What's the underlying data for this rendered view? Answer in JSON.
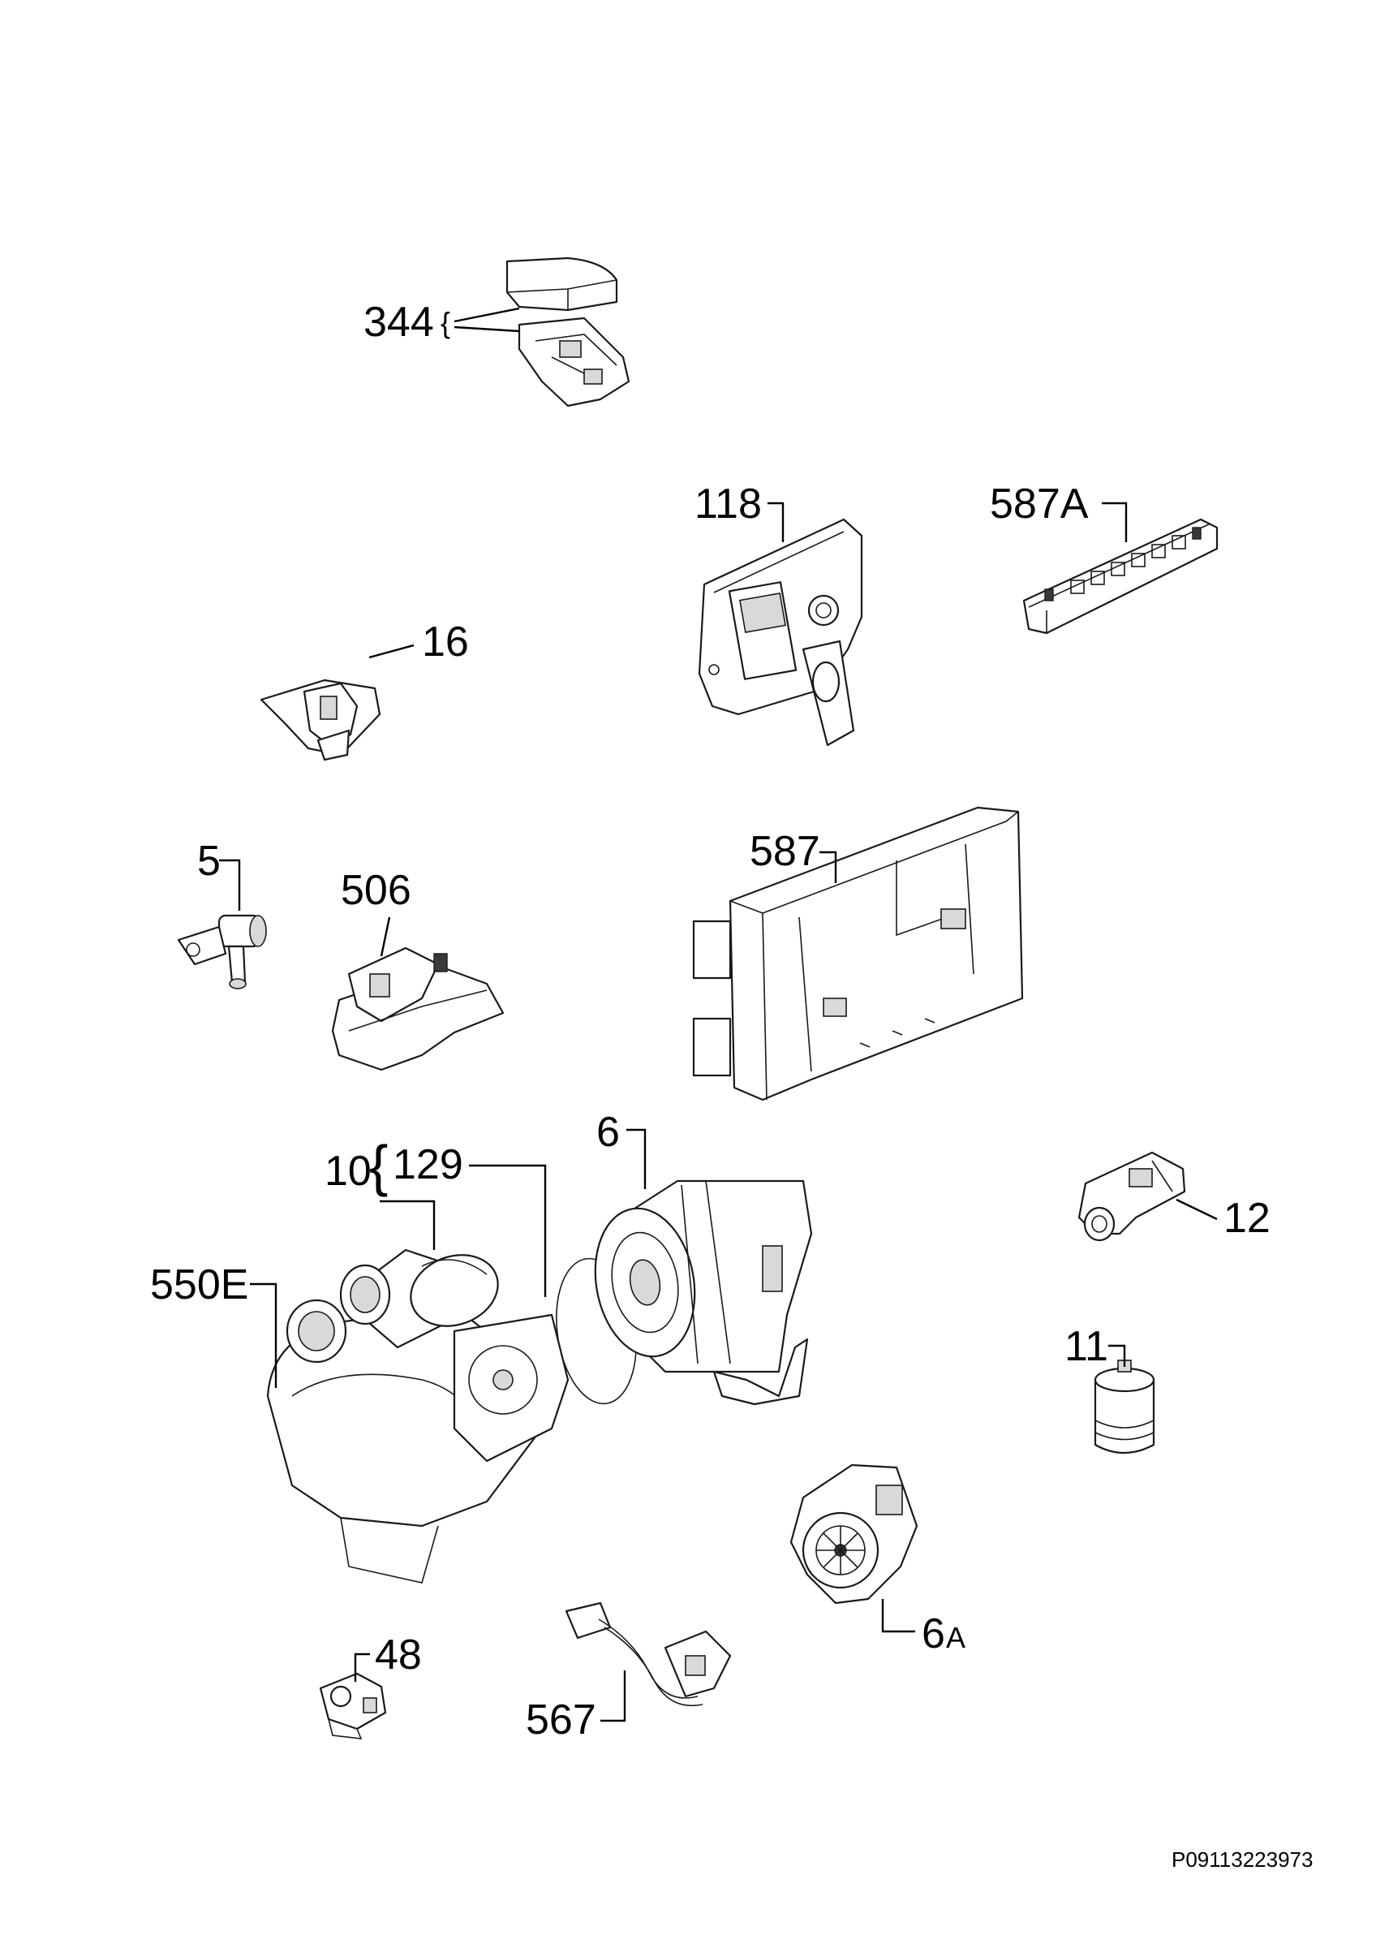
{
  "diagram": {
    "labels": {
      "p344": "344",
      "p118": "118",
      "p587A": "587A",
      "p16": "16",
      "p5": "5",
      "p506": "506",
      "p587": "587",
      "p6": "6",
      "p10": "10",
      "p129": "129",
      "p550E": "550E",
      "p12": "12",
      "p11": "11",
      "p6A_num": "6",
      "p6A_suffix": "A",
      "p48": "48",
      "p567": "567"
    },
    "reference_code": "P09113223973"
  }
}
